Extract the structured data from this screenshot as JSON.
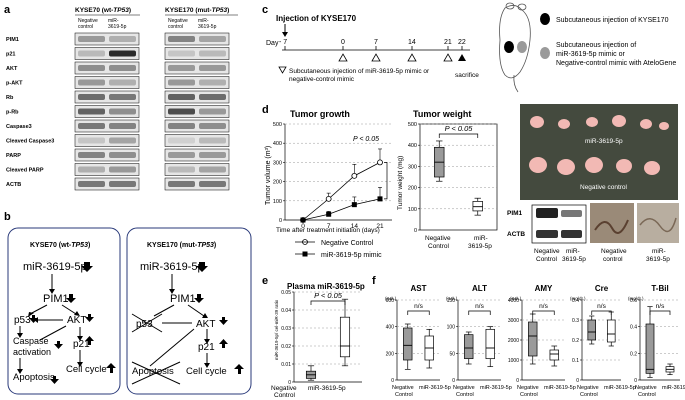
{
  "panels": {
    "a": "a",
    "b": "b",
    "c": "c",
    "d": "d",
    "e": "e",
    "f": "f"
  },
  "panel_a": {
    "blot1_title": "KYSE70 (wt-",
    "blot1_title_gene": "TP53",
    "blot1_title_end": ")",
    "blot2_title": "KYSE170 (mut-",
    "blot2_title_gene": "TP53",
    "blot2_title_end": ")",
    "col_neg_1": "Negative",
    "col_neg_2": "control",
    "col_mir_1": "miR-",
    "col_mir_2": "3619-5p",
    "rows": [
      "PIM1",
      "p21",
      "AKT",
      "p-AKT",
      "Rb",
      "p-Rb",
      "Caspase3",
      "Cleaved Caspase3",
      "PARP",
      "Cleaved PARP",
      "ACTB"
    ]
  },
  "panel_b": {
    "left_title": "KYSE70 (wt-",
    "right_title": "KYSE170 (mut-",
    "gene": "TP53",
    "mir": "miR-3619-5p",
    "pim1": "PIM1",
    "p53": "p53",
    "akt": "AKT",
    "p21": "p21",
    "caspase1": "Caspase",
    "caspase2": "activation",
    "apoptosis": "Apoptosis",
    "cellcycle": "Cell cycle"
  },
  "panel_c": {
    "injection_label": "Injection of KYSE170",
    "day_label": "Day",
    "days": [
      "- 7",
      "0",
      "7",
      "14",
      "21",
      "22"
    ],
    "sacrifice": "sacrifice",
    "legend_tri": "Subcutaneous injection of miR-3619-5p mimic or",
    "legend_tri2": "negative-control mimic",
    "legend_black": "Subcutaneous injection of KYSE170",
    "legend_gray1": "Subcutaneous injection of",
    "legend_gray2": "miR-3619-5p mimic or",
    "legend_gray3": "Negative-control mimic with AteloGene"
  },
  "panel_d": {
    "growth_title": "Tumor growth",
    "weight_title": "Tumor weight",
    "growth_ylabel": "Tumor volume (m³)",
    "growth_xlabel": "Time after treatment initiation (days)",
    "weight_ylabel": "Tumor weight (mg)",
    "p_value": "P < 0.05",
    "legend_neg": "Negative Control",
    "legend_mir": "miR-3619-5p mimic",
    "photo_mir": "miR-3619-5p",
    "photo_neg": "Negative control",
    "blot_pim1": "PIM1",
    "blot_actb": "ACTB",
    "blot_neg1": "Negative",
    "blot_neg2": "Control",
    "blot_mir1": "miR-",
    "blot_mir2": "3619-5p",
    "ihc_neg1": "Negative",
    "ihc_neg2": "control",
    "ihc_mir1": "miR-",
    "ihc_mir2": "3619-5p",
    "weight_x1a": "Negative",
    "weight_x1b": "Control",
    "weight_x2a": "miR-",
    "weight_x2b": "3619-5p"
  },
  "panel_e": {
    "title": "Plasma miR-3619-5p",
    "p_value": "P < 0.05",
    "ylabel": "miR-3619-5p/ cel-miR-39 ratio",
    "x1a": "Negative",
    "x1b": "Control",
    "x2": "miR-3619-5p"
  },
  "panel_f": {
    "ns": "n/s",
    "x_neg_a": "Negative",
    "x_neg_b": "Control",
    "x_mir": "miR-3619-5p",
    "assays": [
      {
        "name": "AST",
        "unit": "(IU/L)",
        "ticks": [
          "0",
          "200",
          "400",
          "600"
        ]
      },
      {
        "name": "ALT",
        "unit": "(IU/L)",
        "ticks": [
          "0",
          "50",
          "100",
          "150"
        ]
      },
      {
        "name": "AMY",
        "unit": "(IU/L)",
        "ticks": [
          "0",
          "1000",
          "2000",
          "3000",
          "4000"
        ]
      },
      {
        "name": "Cre",
        "unit": "(mg/dL)",
        "ticks": [
          "0",
          "0.1",
          "0.2",
          "0.3",
          "0.4"
        ]
      },
      {
        "name": "T-Bil",
        "unit": "(mg/dL)",
        "ticks": [
          "0",
          "0.2",
          "0.4",
          "0.6"
        ]
      }
    ]
  },
  "chart_data": [
    {
      "type": "line",
      "title": "Tumor growth",
      "xlabel": "Time after treatment initiation (days)",
      "ylabel": "Tumor volume (m³)",
      "x": [
        0,
        7,
        14,
        21
      ],
      "ylim": [
        0,
        500
      ],
      "yticks": [
        "0",
        "100",
        "200",
        "300",
        "400",
        "500"
      ],
      "series": [
        {
          "name": "Negative Control",
          "values": [
            0,
            110,
            230,
            300
          ],
          "err": [
            5,
            30,
            60,
            70
          ]
        },
        {
          "name": "miR-3619-5p mimic",
          "values": [
            0,
            30,
            80,
            110
          ],
          "err": [
            3,
            15,
            40,
            60
          ]
        }
      ],
      "annotation": "P < 0.05"
    },
    {
      "type": "box",
      "title": "Tumor weight",
      "ylabel": "Tumor weight (mg)",
      "categories": [
        "Negative Control",
        "miR-3619-5p"
      ],
      "ylim": [
        0,
        500
      ],
      "yticks": [
        "0",
        "100",
        "200",
        "300",
        "400",
        "500"
      ],
      "boxes": [
        {
          "min": 230,
          "q1": 250,
          "median": 320,
          "q3": 390,
          "max": 420,
          "color": "#9a9a9a"
        },
        {
          "min": 70,
          "q1": 90,
          "median": 110,
          "q3": 135,
          "max": 150,
          "color": "#ffffff"
        }
      ],
      "annotation": "P < 0.05"
    },
    {
      "type": "box",
      "title": "Plasma miR-3619-5p",
      "ylabel": "miR-3619-5p/ cel-miR-39 ratio",
      "categories": [
        "Negative Control",
        "miR-3619-5p"
      ],
      "ylim": [
        0,
        0.05
      ],
      "yticks": [
        "0",
        "0.01",
        "0.02",
        "0.03",
        "0.04",
        "0.05"
      ],
      "boxes": [
        {
          "min": 0.001,
          "q1": 0.002,
          "median": 0.004,
          "q3": 0.006,
          "max": 0.009,
          "color": "#9a9a9a"
        },
        {
          "min": 0.009,
          "q1": 0.014,
          "median": 0.02,
          "q3": 0.036,
          "max": 0.046,
          "color": "#ffffff"
        }
      ],
      "annotation": "P < 0.05"
    },
    {
      "type": "box",
      "title": "AST",
      "categories": [
        "Negative Control",
        "miR-3619-5p"
      ],
      "ylim": [
        0,
        600
      ],
      "boxes": [
        {
          "min": 80,
          "q1": 150,
          "median": 260,
          "q3": 390,
          "max": 420,
          "color": "#9a9a9a"
        },
        {
          "min": 90,
          "q1": 150,
          "median": 240,
          "q3": 330,
          "max": 380,
          "color": "#ffffff"
        }
      ]
    },
    {
      "type": "box",
      "title": "ALT",
      "categories": [
        "Negative Control",
        "miR-3619-5p"
      ],
      "ylim": [
        0,
        150
      ],
      "boxes": [
        {
          "min": 30,
          "q1": 40,
          "median": 60,
          "q3": 85,
          "max": 90,
          "color": "#9a9a9a"
        },
        {
          "min": 25,
          "q1": 40,
          "median": 60,
          "q3": 95,
          "max": 100,
          "color": "#ffffff"
        }
      ]
    },
    {
      "type": "box",
      "title": "AMY",
      "categories": [
        "Negative Control",
        "miR-3619-5p"
      ],
      "ylim": [
        0,
        4000
      ],
      "boxes": [
        {
          "min": 800,
          "q1": 1200,
          "median": 2200,
          "q3": 2900,
          "max": 3300,
          "color": "#9a9a9a"
        },
        {
          "min": 700,
          "q1": 1000,
          "median": 1300,
          "q3": 1500,
          "max": 1700,
          "color": "#ffffff"
        }
      ]
    },
    {
      "type": "box",
      "title": "Cre",
      "categories": [
        "Negative Control",
        "miR-3619-5p"
      ],
      "ylim": [
        0,
        0.4
      ],
      "boxes": [
        {
          "min": 0.18,
          "q1": 0.2,
          "median": 0.24,
          "q3": 0.3,
          "max": 0.32,
          "color": "#9a9a9a"
        },
        {
          "min": 0.17,
          "q1": 0.19,
          "median": 0.23,
          "q3": 0.3,
          "max": 0.34,
          "color": "#ffffff"
        }
      ]
    },
    {
      "type": "box",
      "title": "T-Bil",
      "categories": [
        "Negative Control",
        "miR-3619-5p"
      ],
      "ylim": [
        0,
        0.6
      ],
      "boxes": [
        {
          "min": 0.02,
          "q1": 0.05,
          "median": 0.08,
          "q3": 0.42,
          "max": 0.55,
          "color": "#9a9a9a"
        },
        {
          "min": 0.04,
          "q1": 0.06,
          "median": 0.08,
          "q3": 0.1,
          "max": 0.12,
          "color": "#ffffff"
        }
      ]
    }
  ]
}
